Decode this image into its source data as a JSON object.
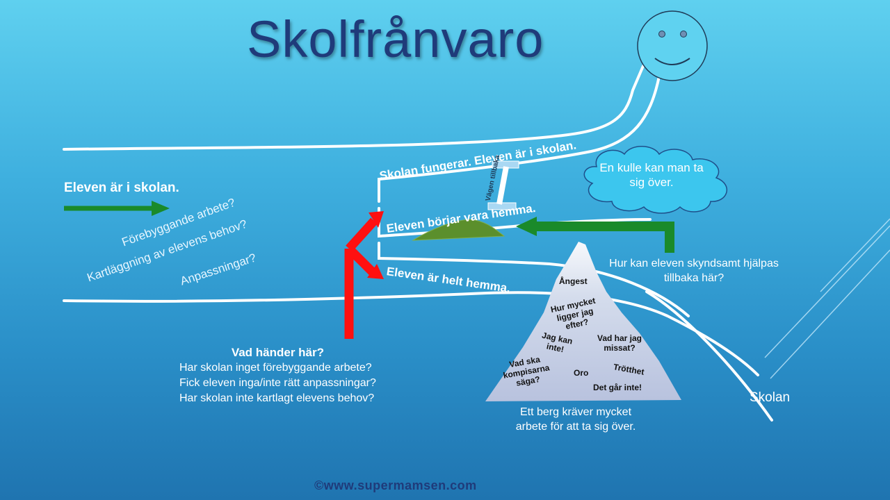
{
  "title": "Skolfrånvaro",
  "left_panel": {
    "heading": "Eleven är i skolan.",
    "questions": [
      "Förebyggande arbete?",
      "Kartläggning av elevens behov?",
      "Anpassningar?"
    ]
  },
  "roads": {
    "top": "Skolan fungerar. Eleven är i skolan.",
    "middle": "Eleven börjar vara hemma.",
    "bottom": "Eleven är helt hemma.",
    "bridge": "Vägen tillbaka"
  },
  "cloud": "En kulle kan man ta sig över.",
  "help_question": "Hur kan eleven skyndsamt hjälpas tillbaka här?",
  "what_happens": {
    "heading": "Vad händer här?",
    "lines": [
      "Har skolan inget förebyggande arbete?",
      "Fick eleven inga/inte rätt anpassningar?",
      "Har skolan inte kartlagt elevens behov?"
    ]
  },
  "iceberg": {
    "words": [
      "Ångest",
      "Hur mycket ligger jag efter?",
      "Jag kan inte!",
      "Vad har jag missat?",
      "Vad ska kompisarna säga?",
      "Oro",
      "Trötthet",
      "Det går inte!"
    ],
    "caption": "Ett berg kräver mycket arbete för att ta sig över."
  },
  "destination": "Skolan",
  "credit": "©www.supermamsen.com",
  "colors": {
    "title": "#1f3b7a",
    "arrow_green": "#1a8a2a",
    "arrow_red": "#ff1010",
    "cloud": "#3cc6ee",
    "road": "#ffffff"
  },
  "icons": [
    "smiley-sun-icon",
    "cloud-icon",
    "iceberg-icon",
    "hill-icon"
  ]
}
